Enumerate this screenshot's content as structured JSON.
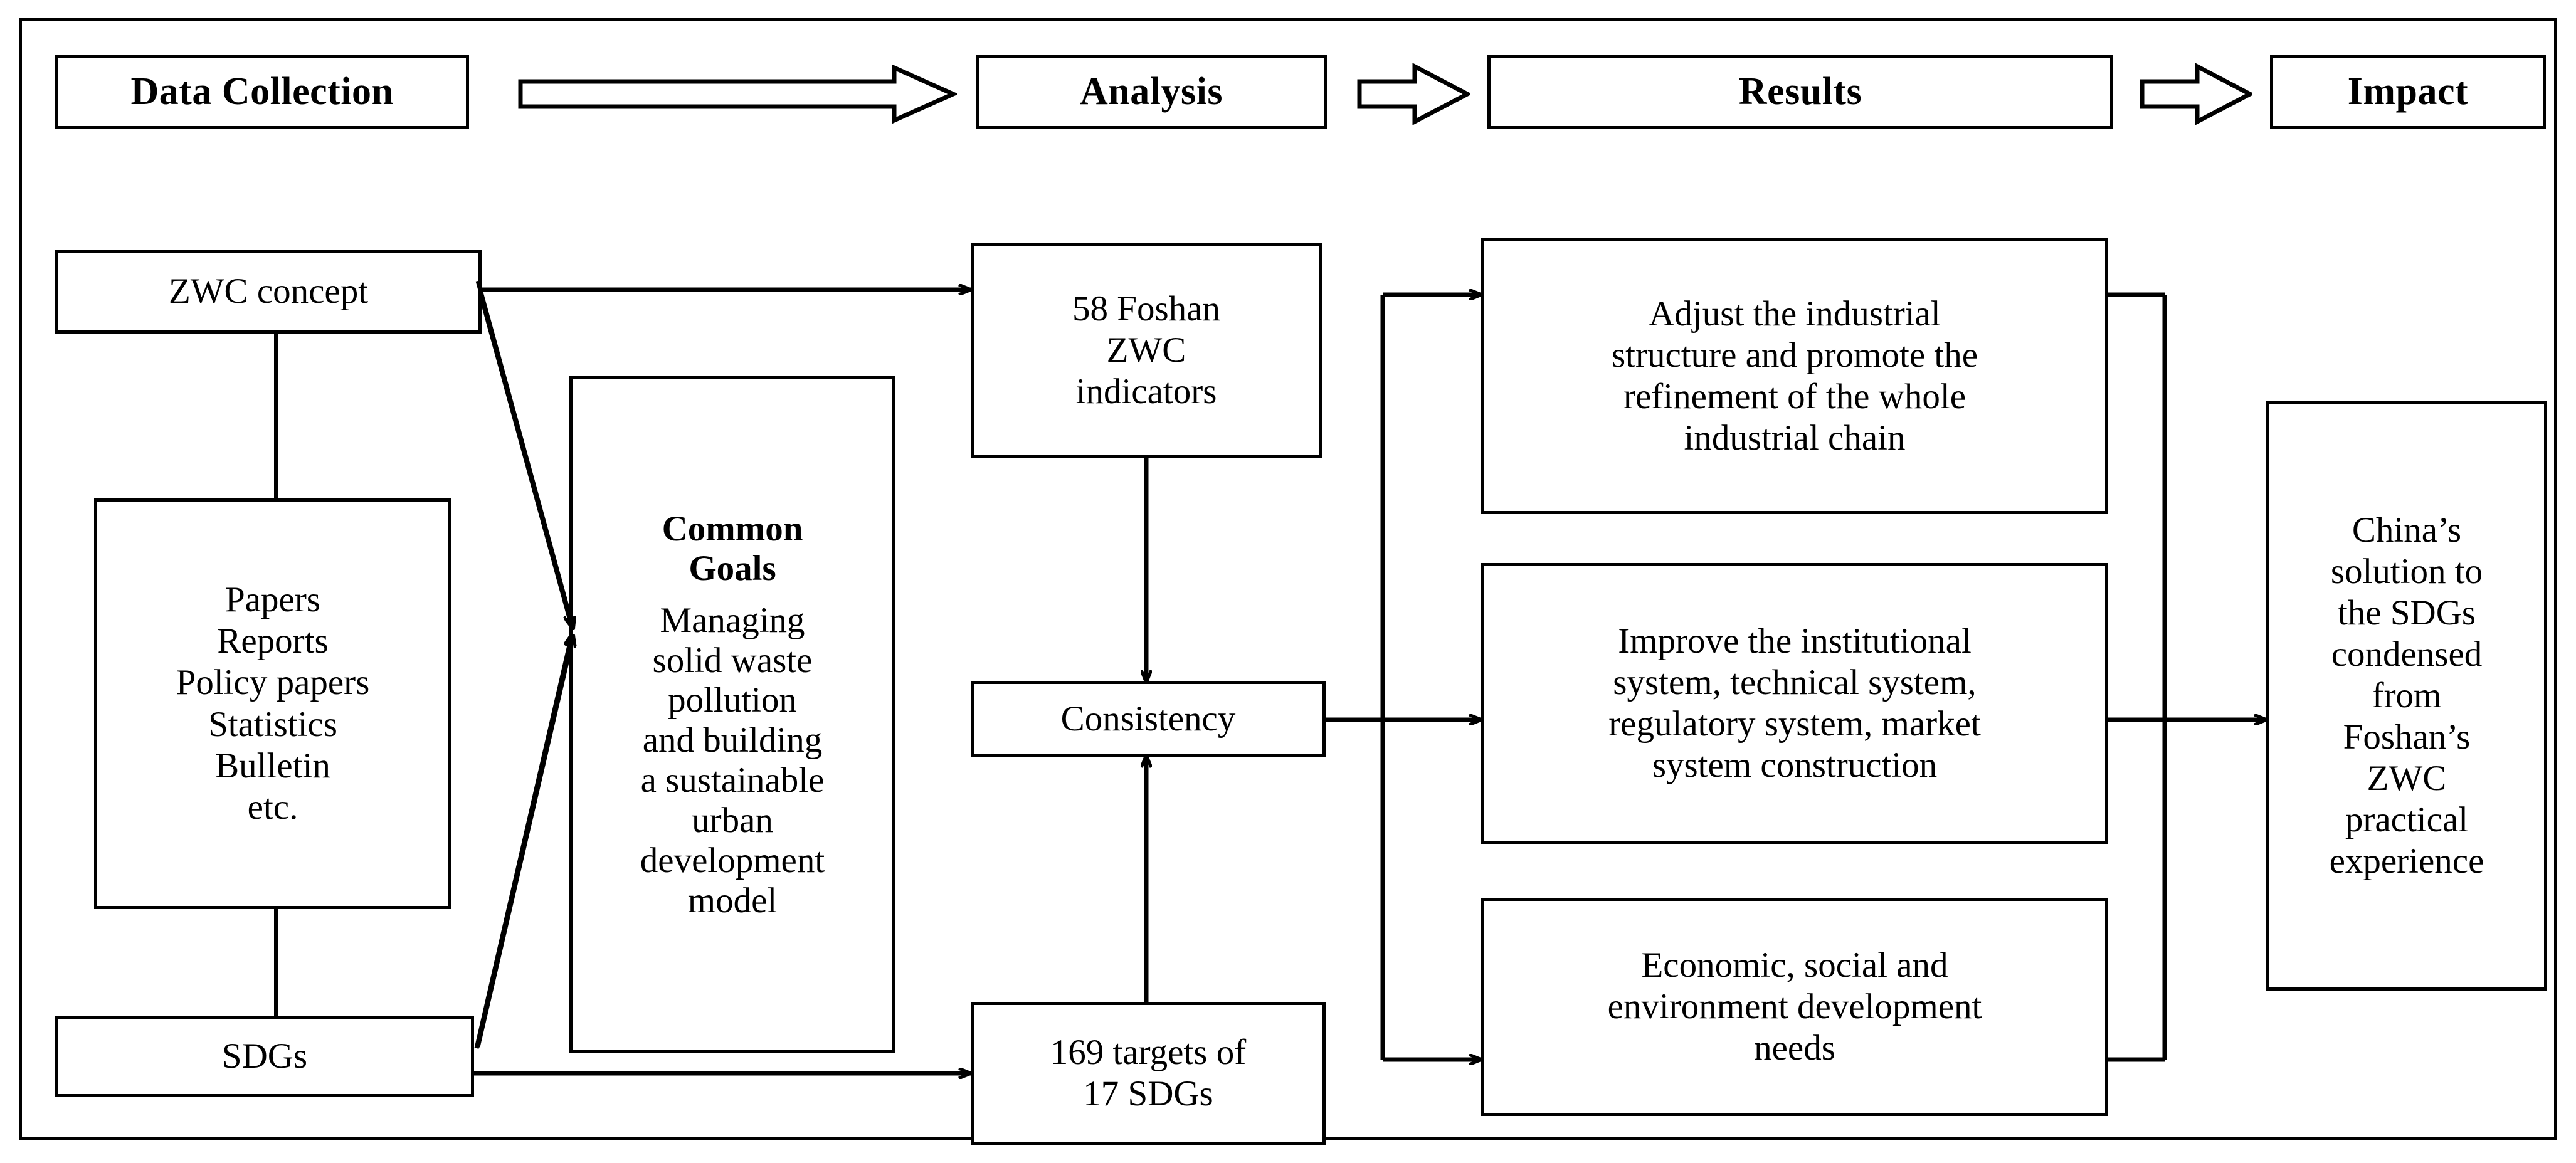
{
  "diagram": {
    "title": "ZWC research framework flowchart",
    "stage_width": 4108,
    "stage_height": 1855,
    "colors": {
      "stroke": "#000000",
      "background": "#ffffff",
      "text": "#000000"
    }
  },
  "header": {
    "stages": [
      {
        "label": "Data Collection"
      },
      {
        "label": "Analysis"
      },
      {
        "label": "Results"
      },
      {
        "label": "Impact"
      }
    ],
    "connectors": [
      {
        "name": "block-arrow-long",
        "from": "Data Collection",
        "to": "Analysis"
      },
      {
        "name": "block-arrow-short-1",
        "from": "Analysis",
        "to": "Results"
      },
      {
        "name": "block-arrow-short-2",
        "from": "Results",
        "to": "Impact"
      }
    ]
  },
  "nodes": {
    "zwc_concept": {
      "label": "ZWC concept"
    },
    "sources": {
      "label": "Papers\nReports\nPolicy papers\nStatistics\nBulletin\netc."
    },
    "sdgs": {
      "label": "SDGs"
    },
    "common_goals": {
      "title": "Common\nGoals",
      "body": "Managing\nsolid waste\npollution\nand building\na sustainable\nurban\ndevelopment\nmodel"
    },
    "indicators": {
      "label": "58 Foshan\nZWC\nindicators"
    },
    "consistency": {
      "label": "Consistency"
    },
    "targets": {
      "label": "169 targets of\n17 SDGs"
    },
    "result_industrial": {
      "label": "Adjust the industrial\nstructure and promote the\nrefinement of the whole\nindustrial chain"
    },
    "result_systems": {
      "label": "Improve the institutional\nsystem, technical system,\nregulatory system, market\nsystem construction"
    },
    "result_needs": {
      "label": "Economic, social and\nenvironment development\nneeds"
    },
    "impact": {
      "label": "China’s\nsolution to\nthe SDGs\ncondensed\nfrom\nFoshan’s\nZWC\npractical\nexperience"
    }
  },
  "edges": [
    {
      "name": "zwc-to-indicators",
      "from": "zwc_concept",
      "to": "indicators",
      "style": "arrow"
    },
    {
      "name": "zwc-to-common-goals",
      "from": "zwc_concept",
      "to": "common_goals",
      "style": "arrow"
    },
    {
      "name": "zwc-to-sources",
      "from": "zwc_concept",
      "to": "sources",
      "style": "line"
    },
    {
      "name": "sources-to-sdgs",
      "from": "sources",
      "to": "sdgs",
      "style": "line"
    },
    {
      "name": "sdgs-to-common-goals",
      "from": "sdgs",
      "to": "common_goals",
      "style": "arrow"
    },
    {
      "name": "sdgs-to-targets",
      "from": "sdgs",
      "to": "targets",
      "style": "arrow"
    },
    {
      "name": "indicators-to-consistency",
      "from": "indicators",
      "to": "consistency",
      "style": "arrow"
    },
    {
      "name": "targets-to-consistency",
      "from": "targets",
      "to": "consistency",
      "style": "arrow"
    },
    {
      "name": "consistency-to-result-industrial",
      "from": "consistency",
      "to": "result_industrial",
      "style": "arrow"
    },
    {
      "name": "consistency-to-result-systems",
      "from": "consistency",
      "to": "result_systems",
      "style": "arrow"
    },
    {
      "name": "consistency-to-result-needs",
      "from": "consistency",
      "to": "result_needs",
      "style": "arrow"
    },
    {
      "name": "results-to-impact",
      "from": "results",
      "to": "impact",
      "style": "arrow"
    }
  ]
}
